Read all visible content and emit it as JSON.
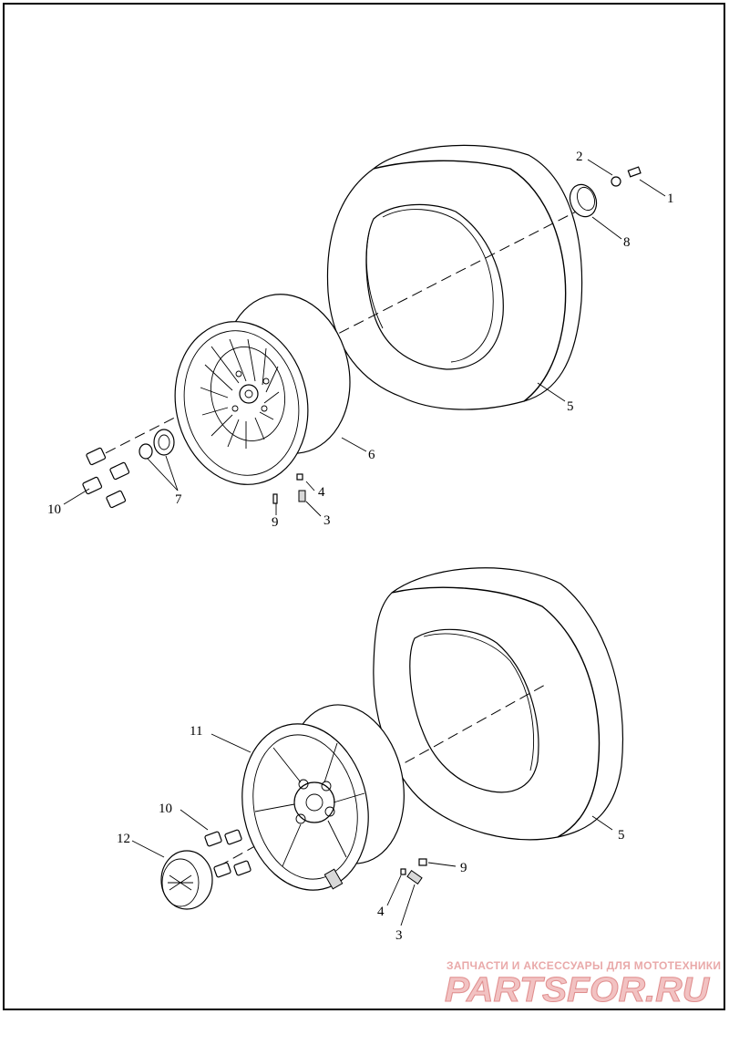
{
  "callouts": {
    "c1": "1",
    "c2": "2",
    "c8": "8",
    "c5a": "5",
    "c6": "6",
    "c4a": "4",
    "c3a": "3",
    "c9a": "9",
    "c7": "7",
    "c10a": "10",
    "c11": "11",
    "c10b": "10",
    "c12": "12",
    "c5b": "5",
    "c9b": "9",
    "c4b": "4",
    "c3b": "3"
  },
  "watermark": {
    "tagline": "ЗАПЧАСТИ И АКСЕССУАРЫ ДЛЯ МОТОТЕХНИКИ",
    "logo": "PARTSFOR.RU"
  },
  "colors": {
    "line": "#000000",
    "watermark": "#e9a9a9"
  }
}
